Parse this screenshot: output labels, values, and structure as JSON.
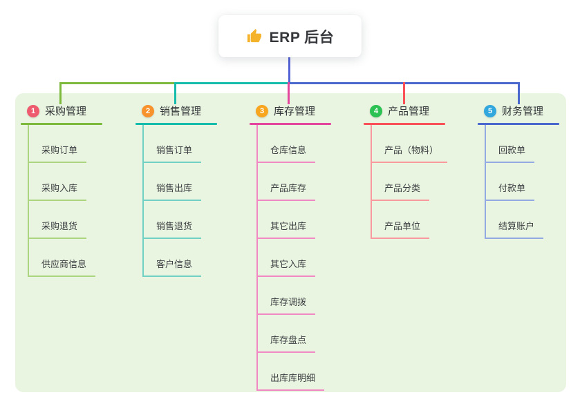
{
  "root": {
    "label": "ERP 后台",
    "icon": "thumbs-up-icon",
    "connector_color": "#5463d6"
  },
  "panel": {
    "background": "#e9f5e1"
  },
  "branches": [
    {
      "badge": "1",
      "badge_color": "#ef5b6e",
      "label": "采购管理",
      "color": "#7cb93d",
      "light_color": "#abd57f",
      "children": [
        "采购订单",
        "采购入库",
        "采购退货",
        "供应商信息"
      ]
    },
    {
      "badge": "2",
      "badge_color": "#f8922d",
      "label": "销售管理",
      "color": "#16bcab",
      "light_color": "#6fd0c3",
      "children": [
        "销售订单",
        "销售出库",
        "销售退货",
        "客户信息"
      ]
    },
    {
      "badge": "3",
      "badge_color": "#f8a51f",
      "label": "库存管理",
      "color": "#e4469d",
      "light_color": "#f187c3",
      "children": [
        "仓库信息",
        "产品库存",
        "其它出库",
        "其它入库",
        "库存调拨",
        "库存盘点",
        "出库库明细"
      ]
    },
    {
      "badge": "4",
      "badge_color": "#2cc253",
      "label": "产品管理",
      "color": "#fa5058",
      "light_color": "#f9989d",
      "children": [
        "产品（物料）",
        "产品分类",
        "产品单位"
      ]
    },
    {
      "badge": "5",
      "badge_color": "#31a7de",
      "label": "财务管理",
      "color": "#4b68cf",
      "light_color": "#93a9e2",
      "children": [
        "回款单",
        "付款单",
        "结算账户"
      ]
    }
  ]
}
